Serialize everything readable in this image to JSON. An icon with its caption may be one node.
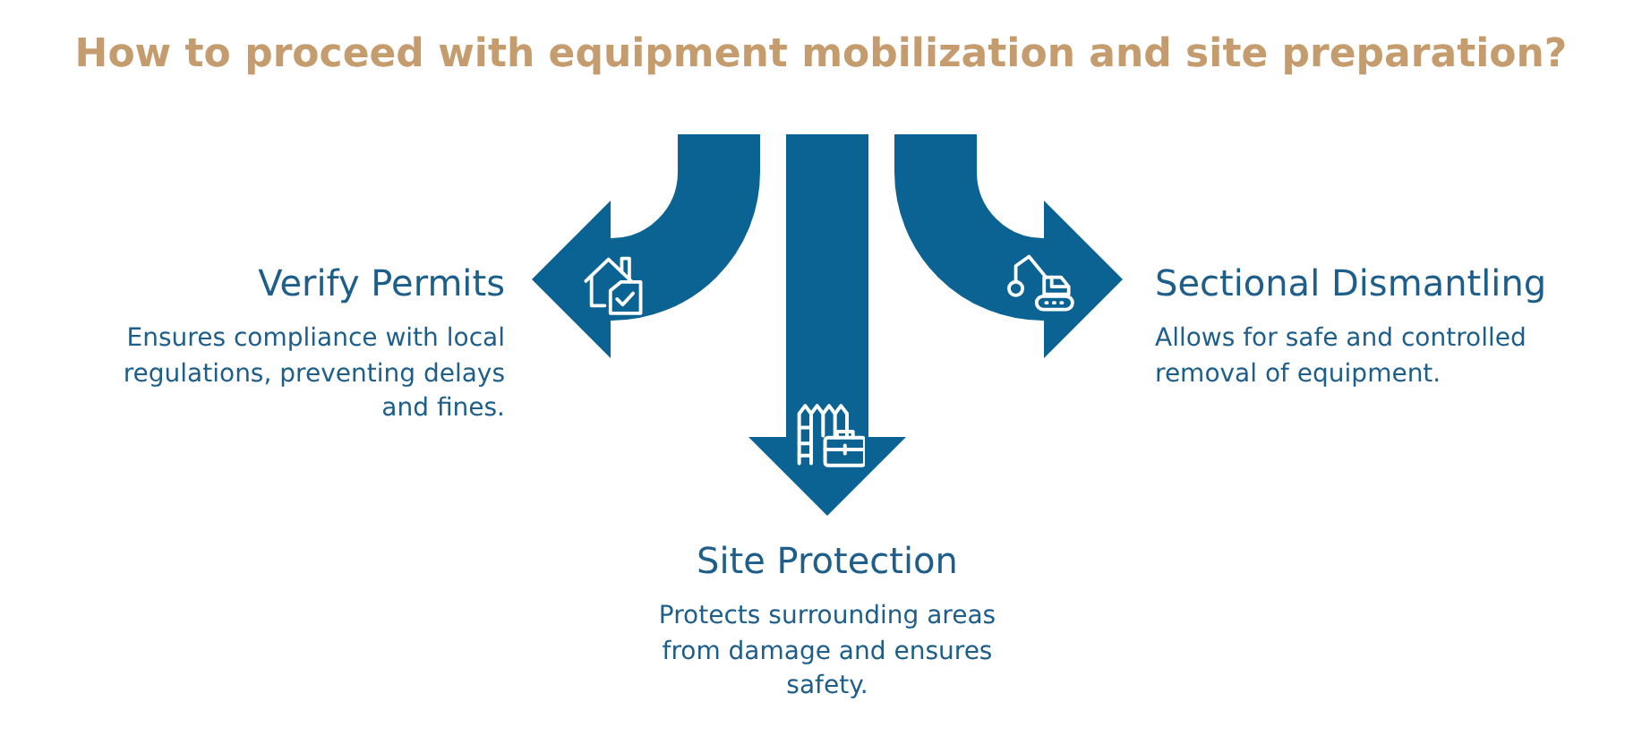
{
  "diagram": {
    "title": "How to proceed with equipment mobilization and site preparation?",
    "nodes": [
      {
        "text": [
          "Verify Permits",
          "Ensures compliance with local regulations, preventing delays and fines."
        ]
      },
      {
        "text": [
          "Sectional Dismantling",
          "Allows for safe and controlled removal of equipment."
        ]
      },
      {
        "text": [
          "Site Protection",
          "Protects surrounding areas from damage and ensures safety."
        ]
      }
    ],
    "edges": [
      {
        "from": null,
        "to": 0,
        "arrow": "to"
      },
      {
        "from": null,
        "to": 1,
        "arrow": "to"
      },
      {
        "from": null,
        "to": 2,
        "arrow": "to"
      }
    ]
  }
}
